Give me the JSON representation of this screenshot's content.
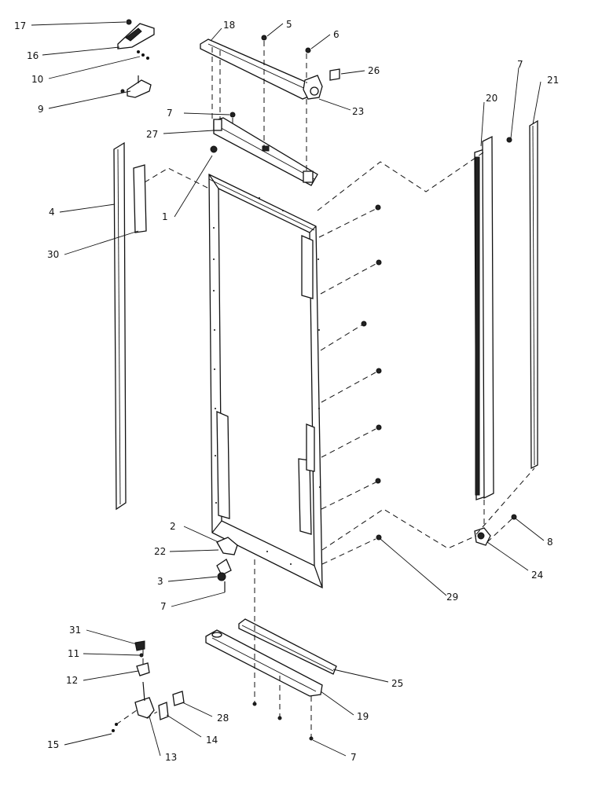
{
  "labels": [
    {
      "id": "l17",
      "text": "17"
    },
    {
      "id": "l16",
      "text": "16"
    },
    {
      "id": "l10",
      "text": "10"
    },
    {
      "id": "l9",
      "text": "9"
    },
    {
      "id": "l18",
      "text": "18"
    },
    {
      "id": "l5",
      "text": "5"
    },
    {
      "id": "l6",
      "text": "6"
    },
    {
      "id": "l26",
      "text": "26"
    },
    {
      "id": "l23",
      "text": "23"
    },
    {
      "id": "l7a",
      "text": "7"
    },
    {
      "id": "l27",
      "text": "27"
    },
    {
      "id": "l7b",
      "text": "7"
    },
    {
      "id": "l20",
      "text": "20"
    },
    {
      "id": "l21",
      "text": "21"
    },
    {
      "id": "l4",
      "text": "4"
    },
    {
      "id": "l1",
      "text": "1"
    },
    {
      "id": "l30",
      "text": "30"
    },
    {
      "id": "l2",
      "text": "2"
    },
    {
      "id": "l22",
      "text": "22"
    },
    {
      "id": "l3",
      "text": "3"
    },
    {
      "id": "l7c",
      "text": "7"
    },
    {
      "id": "l8",
      "text": "8"
    },
    {
      "id": "l24",
      "text": "24"
    },
    {
      "id": "l29",
      "text": "29"
    },
    {
      "id": "l31",
      "text": "31"
    },
    {
      "id": "l11",
      "text": "11"
    },
    {
      "id": "l12",
      "text": "12"
    },
    {
      "id": "l25",
      "text": "25"
    },
    {
      "id": "l28",
      "text": "28"
    },
    {
      "id": "l19",
      "text": "19"
    },
    {
      "id": "l15",
      "text": "15"
    },
    {
      "id": "l14",
      "text": "14"
    },
    {
      "id": "l13",
      "text": "13"
    },
    {
      "id": "l7d",
      "text": "7"
    }
  ]
}
